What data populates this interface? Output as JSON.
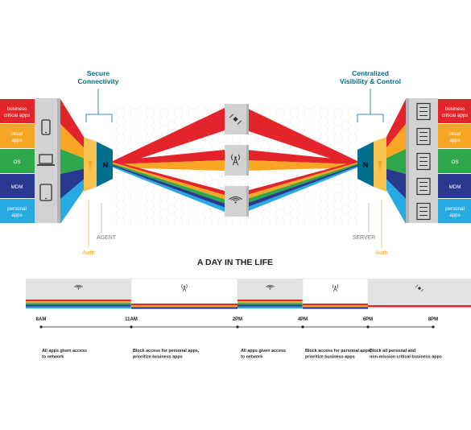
{
  "top": {
    "left_callout": [
      "Secure",
      "Connectivity"
    ],
    "right_callout": [
      "Centralized",
      "Visibility & Control"
    ],
    "categories": [
      {
        "label": [
          "business",
          "critical apps"
        ],
        "color": "#e3242b"
      },
      {
        "label": [
          "cloud",
          "apps"
        ],
        "color": "#f6a623"
      },
      {
        "label": [
          "OS"
        ],
        "color": "#2ea84a"
      },
      {
        "label": [
          "MDM"
        ],
        "color": "#2a3990"
      },
      {
        "label": [
          "personal",
          "apps"
        ],
        "color": "#27aae1"
      }
    ],
    "left_devices": [
      "phone-icon",
      "laptop-icon",
      "tablet-icon"
    ],
    "right_devices": [
      "server-icon",
      "server-icon",
      "server-icon",
      "server-icon",
      "server-icon"
    ],
    "agent_label": "AGENT",
    "server_label": "SERVER",
    "auth_label": "Auth",
    "network_icons": [
      "satellite-icon",
      "cell-tower-icon",
      "wifi-icon"
    ],
    "colors": {
      "teal": "#006e8c",
      "gold": "#f8c351",
      "orange": "#f6a623",
      "gray": "#d2d2d2",
      "gray_dark": "#b4b4b4"
    }
  },
  "timeline": {
    "title": "A DAY IN THE LIFE",
    "times": [
      "8AM",
      "11AM",
      "2PM",
      "4PM",
      "6PM",
      "8PM"
    ],
    "segments": [
      {
        "icon": "wifi-icon",
        "mode": "all",
        "shaded": true
      },
      {
        "icon": "cell-tower-icon",
        "mode": "business",
        "shaded": false
      },
      {
        "icon": "wifi-icon",
        "mode": "all",
        "shaded": true
      },
      {
        "icon": "cell-tower-icon",
        "mode": "business",
        "shaded": false
      },
      {
        "icon": "satellite-icon",
        "mode": "critical",
        "shaded": true
      }
    ],
    "notes": [
      [
        "All apps given access",
        "to network"
      ],
      [
        "Block access for personal apps,",
        "prioritize business apps"
      ],
      [
        "All apps given access",
        "to network"
      ],
      [
        "Block access for personal apps,",
        "prioritize business apps"
      ],
      [
        "Block all personal and",
        "non-mission critical business apps"
      ]
    ]
  }
}
